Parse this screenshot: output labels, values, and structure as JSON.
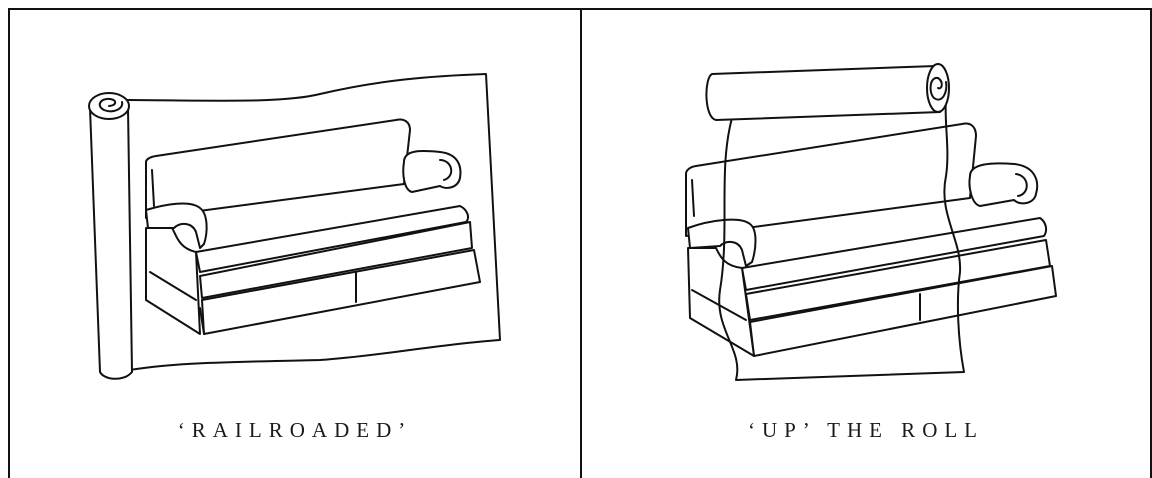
{
  "panels": [
    {
      "caption": "‘RAILROADED’"
    },
    {
      "caption": "‘UP’ THE ROLL"
    }
  ],
  "colors": {
    "line": "#111111",
    "background": "#ffffff"
  },
  "icons": {
    "left": "sofa-with-railroaded-fabric-roll",
    "right": "sofa-with-up-the-roll-fabric"
  }
}
